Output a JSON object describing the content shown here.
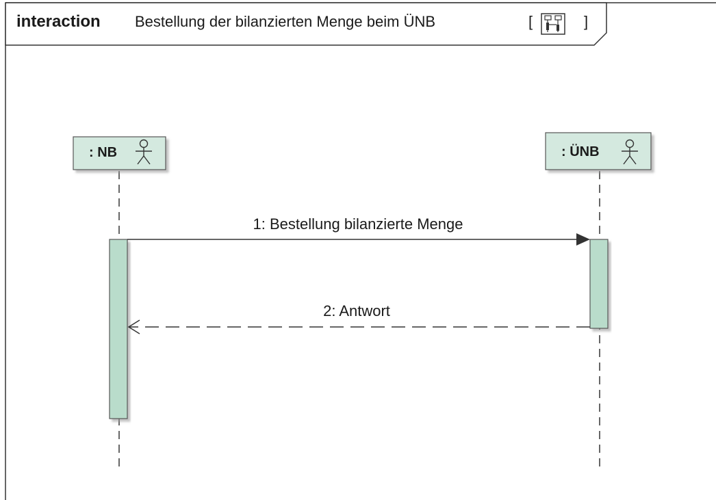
{
  "frame": {
    "keyword": "interaction",
    "name": "Bestellung der bilanzierten Menge beim ÜNB",
    "open_bracket": "[",
    "close_bracket": "]",
    "icon": "sequence-diagram-icon"
  },
  "lifelines": [
    {
      "label": ": NB",
      "icon": "actor-icon"
    },
    {
      "label": ": ÜNB",
      "icon": "actor-icon"
    }
  ],
  "messages": [
    {
      "label": "1: Bestellung bilanzierte Menge",
      "kind": "synchronous"
    },
    {
      "label": "2: Antwort",
      "kind": "reply"
    }
  ],
  "colors": {
    "lifeline_head_fill": "#d4e9df",
    "activation_fill": "#b9dccb",
    "border": "#555555",
    "frame_border": "#333333"
  }
}
